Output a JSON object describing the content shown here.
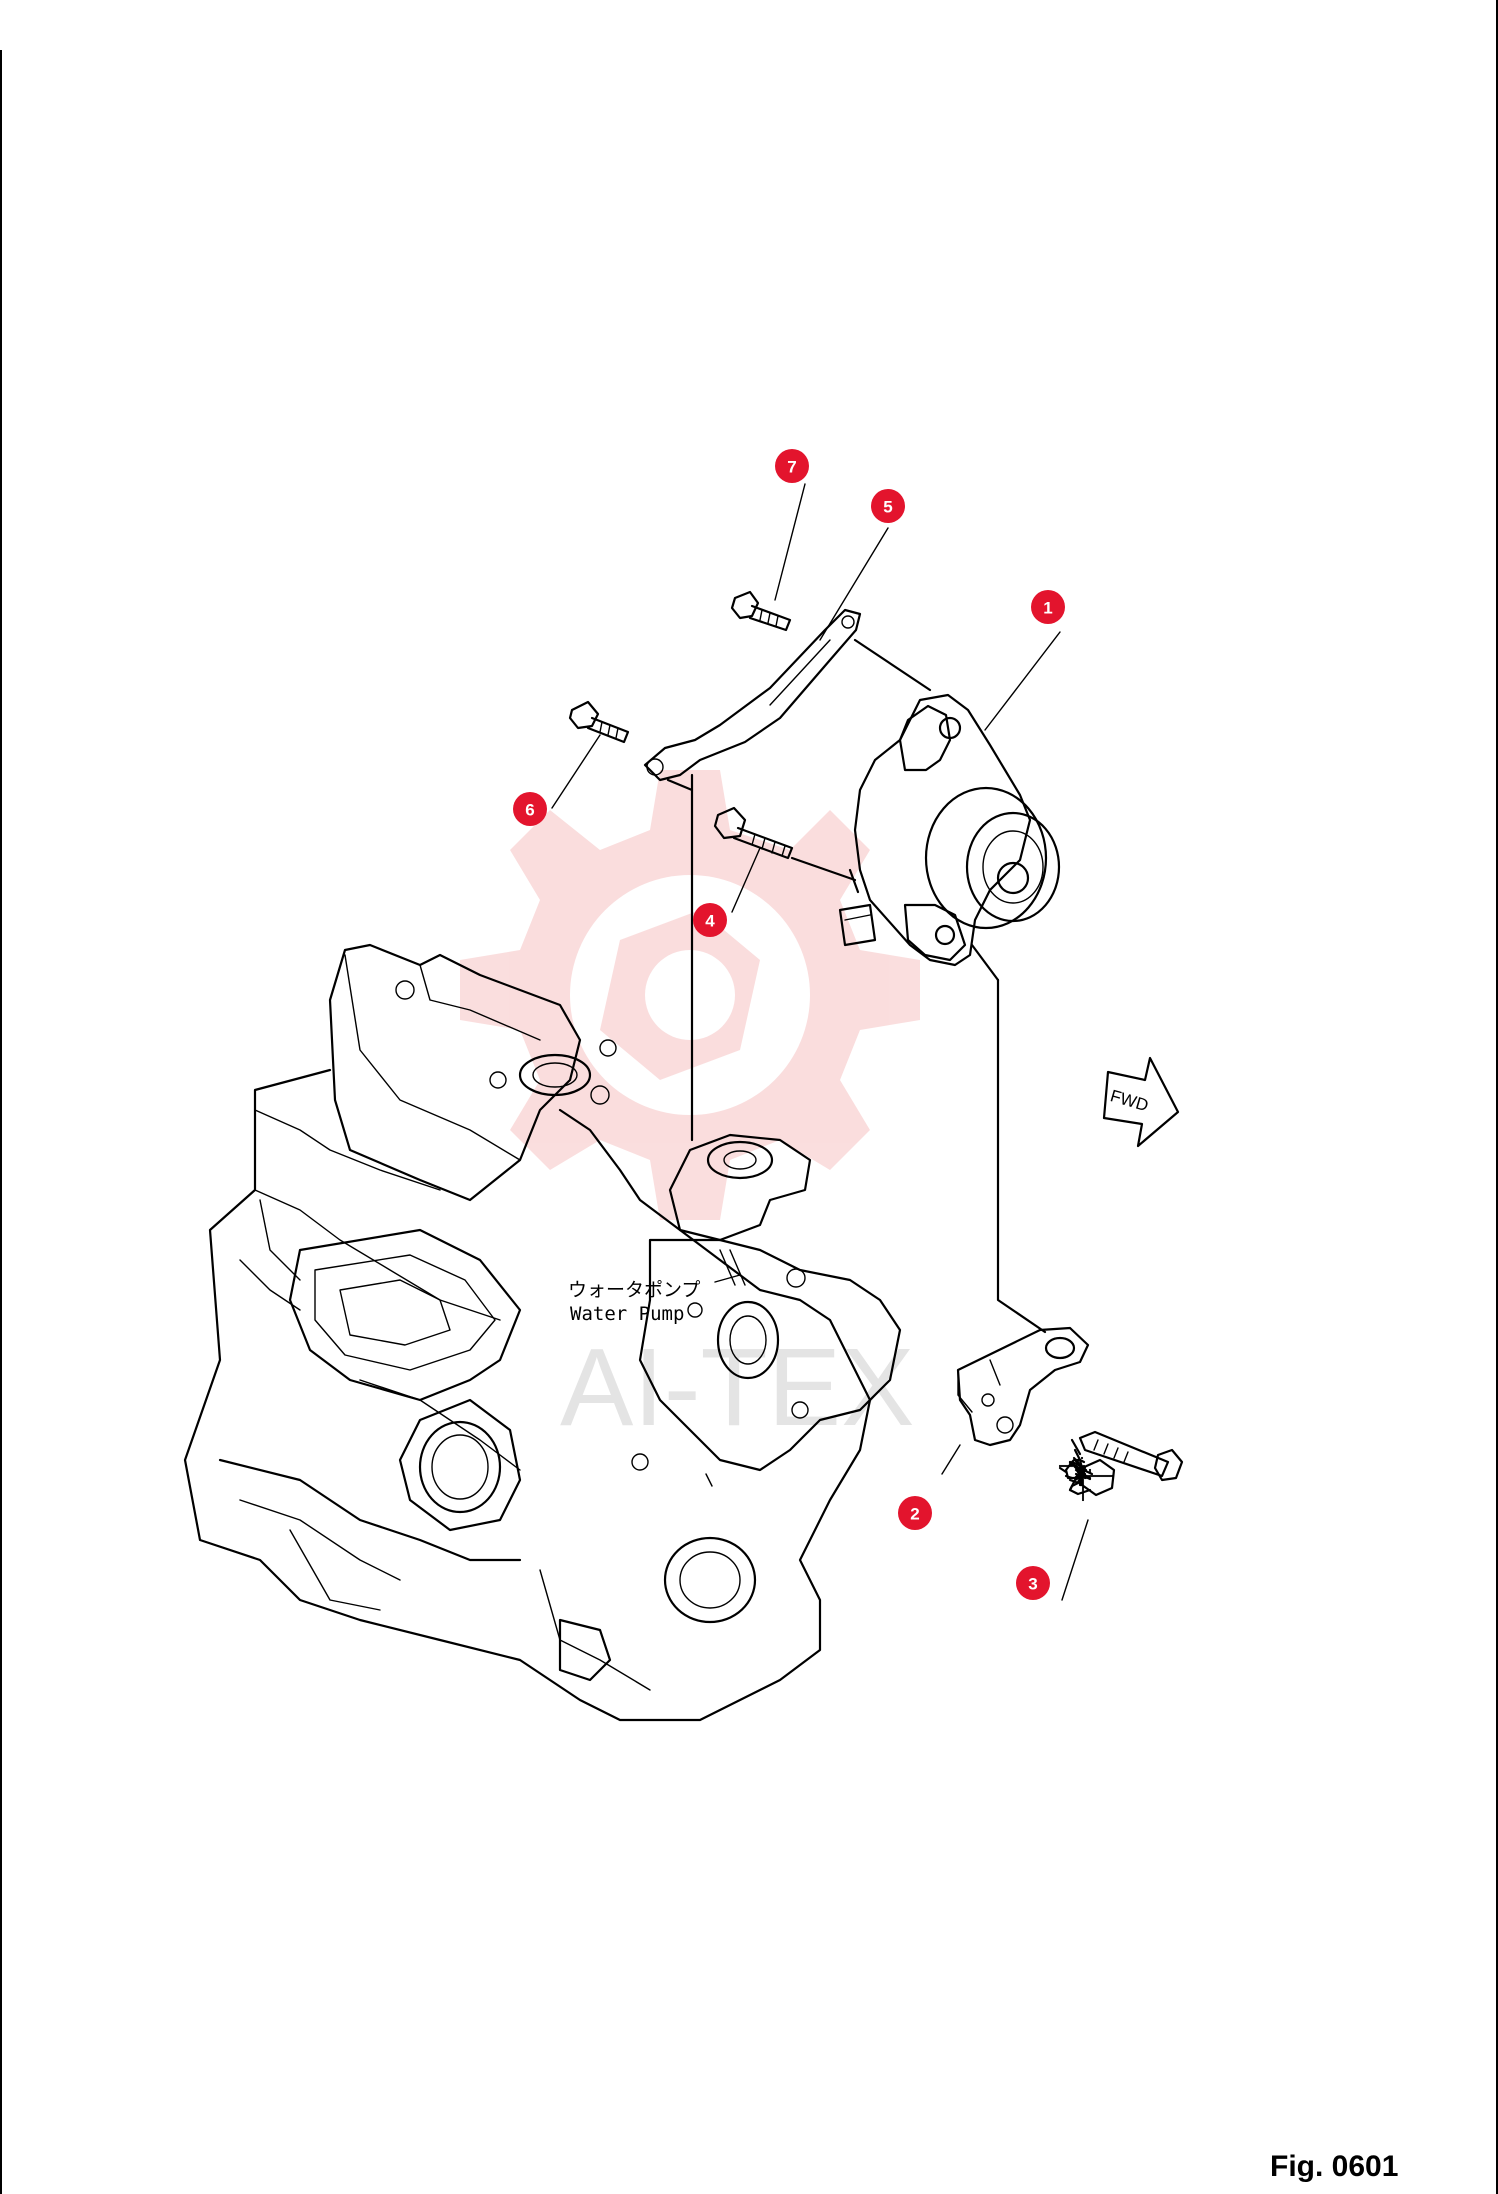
{
  "figure": {
    "label": "Fig. 0601"
  },
  "annotations": {
    "water_pump_jp": "ウォータポンプ",
    "water_pump_en": "Water Pump",
    "fwd": "FWD"
  },
  "watermark": {
    "text": "AI-TEX",
    "color": "#f5c6c6"
  },
  "callouts": [
    {
      "number": "1"
    },
    {
      "number": "2"
    },
    {
      "number": "3"
    },
    {
      "number": "4"
    },
    {
      "number": "5"
    },
    {
      "number": "6"
    },
    {
      "number": "7"
    }
  ],
  "colors": {
    "callout": "#e3142d",
    "line": "#000000",
    "background": "#ffffff"
  }
}
